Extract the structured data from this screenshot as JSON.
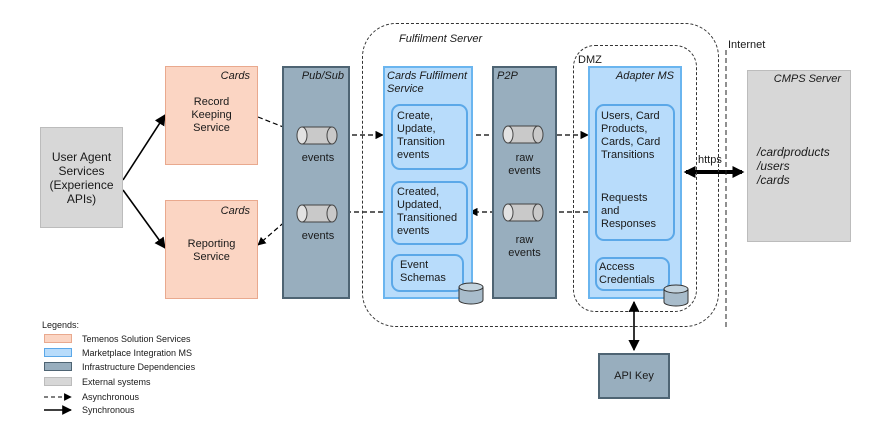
{
  "boundaries": {
    "fulfilment_server": "Fulfilment Server",
    "dmz": "DMZ",
    "internet": "Internet"
  },
  "nodes": {
    "user_agent": "User Agent\nServices\n(Experience\nAPIs)",
    "record_keeping": {
      "title": "Cards",
      "label": "Record\nKeeping\nService"
    },
    "reporting": {
      "title": "Cards",
      "label": "Reporting\nService"
    },
    "pubsub": {
      "title": "Pub/Sub",
      "queue_top": "events",
      "queue_bottom": "events"
    },
    "cards_fulfilment": {
      "title": "Cards Fulfilment\nService",
      "box1": "Create,\nUpdate,\nTransition\nevents",
      "box2": "Created,\nUpdated,\nTransitioned\nevents",
      "box3": "Event\nSchemas"
    },
    "p2p": {
      "title": "P2P",
      "queue_top": "raw\nevents",
      "queue_bottom": "raw\nevents"
    },
    "adapter": {
      "title": "Adapter MS",
      "box1": "Users, Card\nProducts,\nCards, Card\nTransitions",
      "box1_sub": "Requests\nand\nResponses",
      "box2": "Access\nCredentials"
    },
    "https": "https",
    "cmps": {
      "title": "CMPS Server",
      "label": "/cardproducts\n/users\n/cards"
    },
    "api_key": "API Key"
  },
  "legend": {
    "title": "Legends:",
    "items": [
      {
        "label": "Temenos  Solution Services",
        "color": "#fbd5c3"
      },
      {
        "label": "Marketplace Integration MS",
        "color": "#b8dcfb"
      },
      {
        "label": "Infrastructure  Dependencies",
        "color": "#98aebe"
      },
      {
        "label": "External systems",
        "color": "#d7d7d7"
      }
    ],
    "async": "Asynchronous",
    "sync": "Synchronous"
  }
}
